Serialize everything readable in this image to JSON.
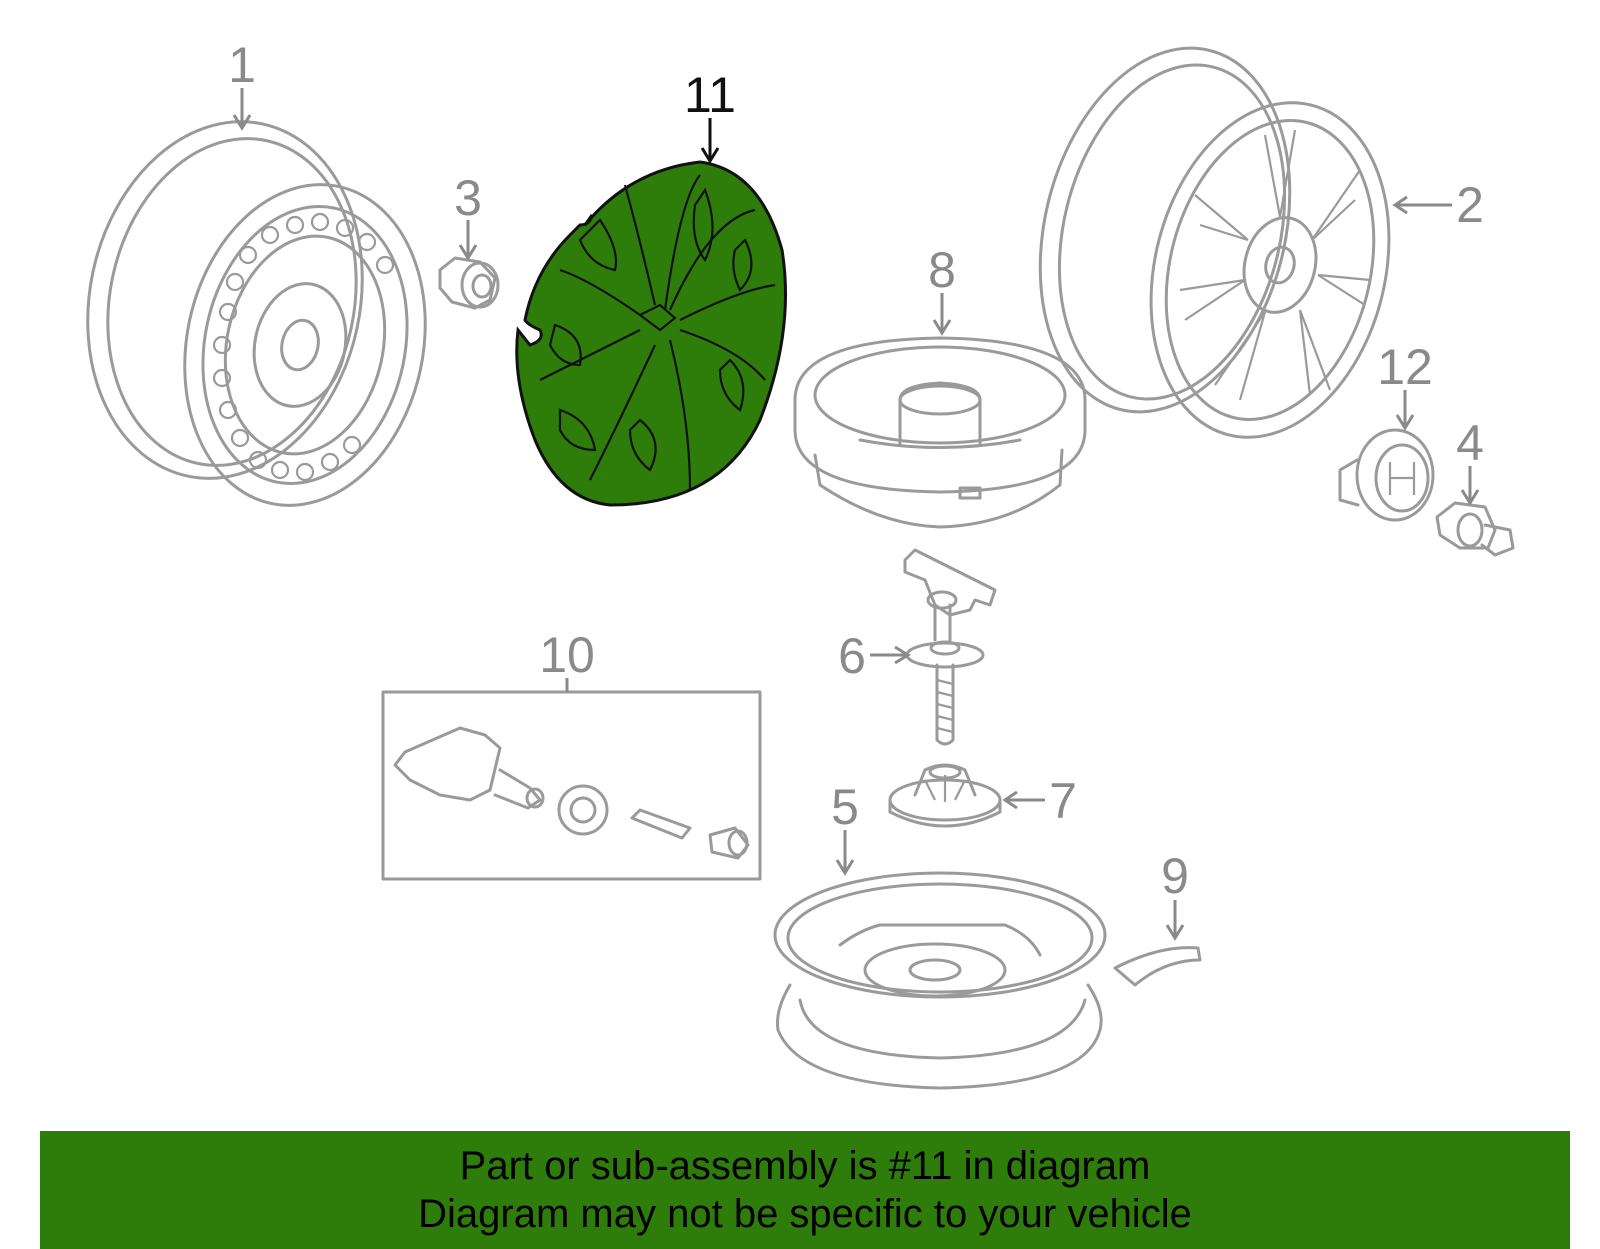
{
  "colors": {
    "highlight": "#2e7d0a",
    "part_stroke": "#9a9a9a",
    "label": "#8a8a8a",
    "banner": "#2e7d0a",
    "banner_text": "#000000"
  },
  "highlighted_part": "11",
  "callouts": [
    {
      "id": "1",
      "text": "1"
    },
    {
      "id": "2",
      "text": "2"
    },
    {
      "id": "3",
      "text": "3"
    },
    {
      "id": "4",
      "text": "4"
    },
    {
      "id": "5",
      "text": "5"
    },
    {
      "id": "6",
      "text": "6"
    },
    {
      "id": "7",
      "text": "7"
    },
    {
      "id": "8",
      "text": "8"
    },
    {
      "id": "9",
      "text": "9"
    },
    {
      "id": "10",
      "text": "10"
    },
    {
      "id": "11",
      "text": "11"
    },
    {
      "id": "12",
      "text": "12"
    }
  ],
  "banner": {
    "line1": "Part or sub-assembly is #11 in diagram",
    "line2": "Diagram may not be specific to your vehicle"
  }
}
